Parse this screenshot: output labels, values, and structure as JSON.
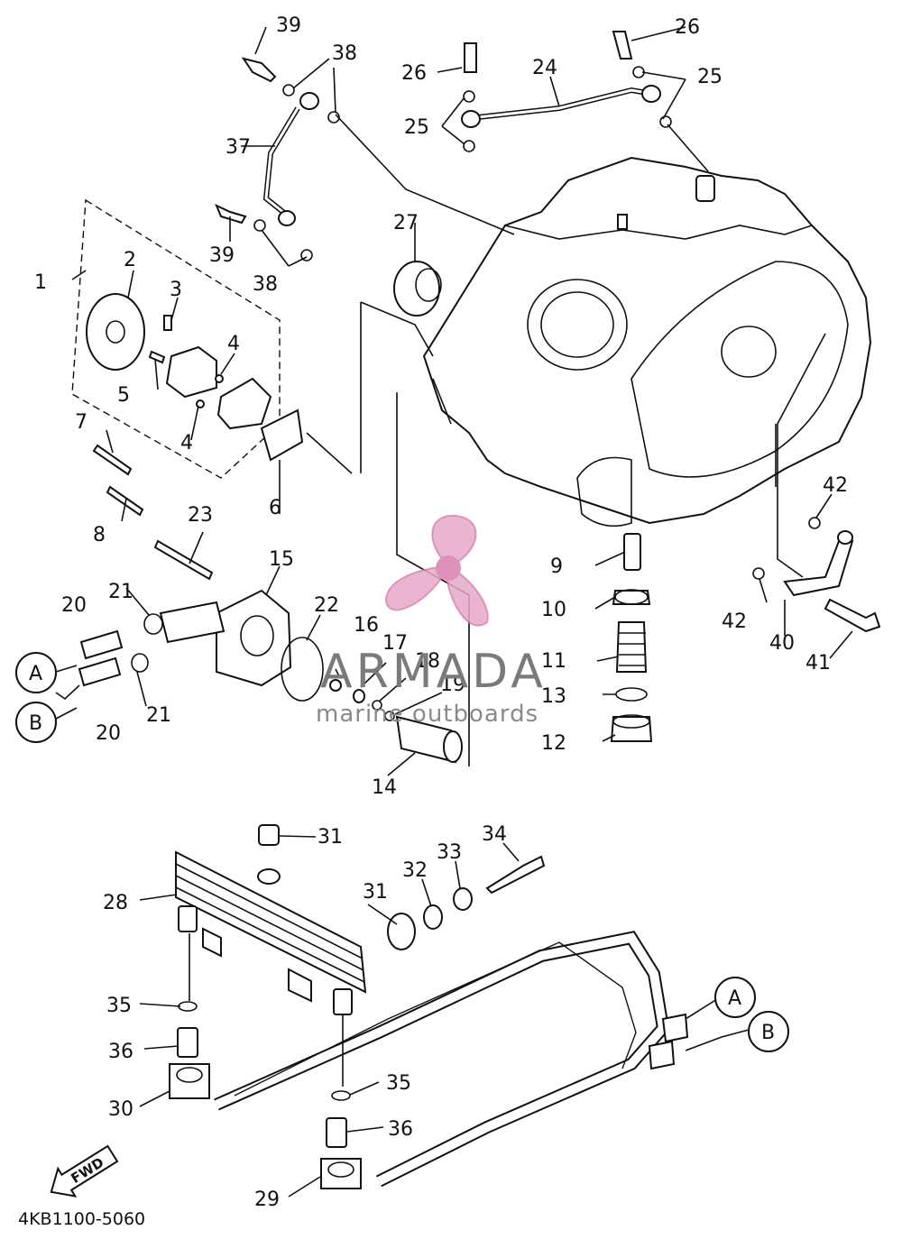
{
  "diagram_code": "4KB1100-5060",
  "fwd_label": "FWD",
  "watermark": {
    "brand": "ARMADA",
    "tagline": "marine outboards",
    "petal_color": "#e7a9c9",
    "hub_color": "#d97fb0"
  },
  "callouts": {
    "p1": "1",
    "p2": "2",
    "p3": "3",
    "p4a": "4",
    "p4b": "4",
    "p5": "5",
    "p6": "6",
    "p7": "7",
    "p8": "8",
    "p9": "9",
    "p10": "10",
    "p11": "11",
    "p12": "12",
    "p13": "13",
    "p14": "14",
    "p15": "15",
    "p16": "16",
    "p17": "17",
    "p18": "18",
    "p19": "19",
    "p20a": "20",
    "p20b": "20",
    "p21a": "21",
    "p21b": "21",
    "p22": "22",
    "p23": "23",
    "p24": "24",
    "p25a": "25",
    "p25b": "25",
    "p26a": "26",
    "p26b": "26",
    "p27": "27",
    "p28": "28",
    "p29": "29",
    "p30": "30",
    "p31a": "31",
    "p31b": "31",
    "p32": "32",
    "p33": "33",
    "p34": "34",
    "p35a": "35",
    "p35b": "35",
    "p36a": "36",
    "p36b": "36",
    "p37": "37",
    "p38a": "38",
    "p38b": "38",
    "p39a": "39",
    "p39b": "39",
    "p40": "40",
    "p41": "41",
    "p42a": "42",
    "p42b": "42"
  },
  "connectors": {
    "a_top": "A",
    "b_top": "B",
    "a_bottom": "A",
    "b_bottom": "B"
  }
}
